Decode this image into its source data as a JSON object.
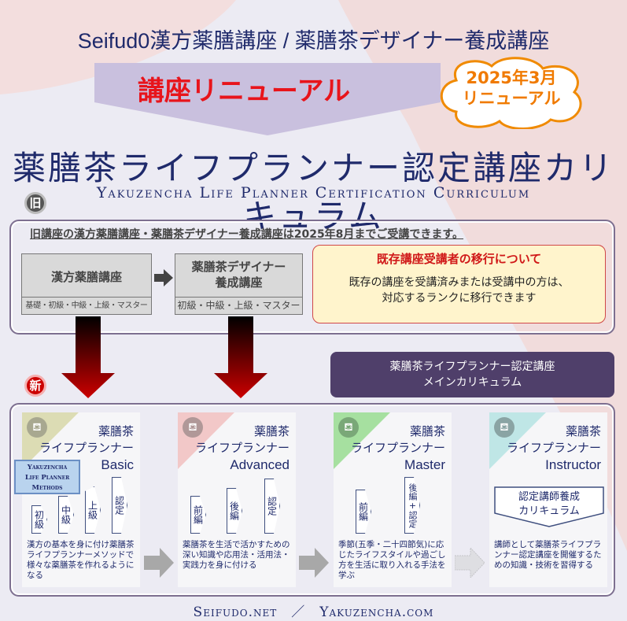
{
  "header": {
    "title": "Seifud0漢方薬膳講座 / 薬膳茶デザイナー養成講座",
    "banner": "講座リニューアル",
    "cloud_line1": "2025年3月",
    "cloud_line2": "リニューアル",
    "main_title": "薬膳茶ライフプランナー認定講座カリキュラム",
    "subtitle": "Yakuzencha Life Planner Certification Curriculum"
  },
  "old": {
    "badge": "旧",
    "note": "旧講座の漢方薬膳講座・薬膳茶デザイナー養成講座は2025年8月までご受講できます。",
    "course1": {
      "name": "漢方薬膳講座",
      "levels": "基礎・初級・中級・上級・マスター"
    },
    "course2": {
      "name1": "薬膳茶デザイナー",
      "name2": "養成講座",
      "levels": "初級・中級・上級・マスター"
    },
    "transfer": {
      "title": "既存講座受講者の移行について",
      "line1": "既存の講座を受講済みまたは受講中の方は、",
      "line2": "対応するランクに移行できます"
    }
  },
  "new": {
    "badge": "新",
    "main_line1": "薬膳茶ライフプランナー認定講座",
    "main_line2": "メインカリキュラム",
    "methods_badge": {
      "l1": "Yakuzencha",
      "l2": "Life Planner",
      "l3": "Methods"
    },
    "cards": [
      {
        "t1": "薬膳茶",
        "t2": "ライフプランナー",
        "level": "Basic",
        "color": "#dcdcb4",
        "steps": [
          "初級",
          "中級",
          "上級",
          "認定"
        ],
        "desc": "漢方の基本を身に付け薬膳茶ライフプランナーメソッドで様々な薬膳茶を作れるようになる"
      },
      {
        "t1": "薬膳茶",
        "t2": "ライフプランナー",
        "level": "Advanced",
        "color": "#f2c8c8",
        "steps": [
          "前編",
          "後編",
          "認定"
        ],
        "desc": "薬膳茶を生活で活かすための深い知識や応用法・活用法・実践力を身に付ける"
      },
      {
        "t1": "薬膳茶",
        "t2": "ライフプランナー",
        "level": "Master",
        "color": "#a6e0a0",
        "steps": [
          "前編",
          "後編+認定"
        ],
        "desc": "季節(五季・二十四節気)に応じたライフスタイルや過ごし方を生活に取り入れる手法を学ぶ"
      },
      {
        "t1": "薬膳茶",
        "t2": "ライフプランナー",
        "level": "Instructor",
        "color": "#bfe6e6",
        "curriculum1": "認定講師養成",
        "curriculum2": "カリキュラム",
        "desc": "講師として薬膳茶ライフプランナー認定講座を開催するための知識・技術を習得する"
      }
    ]
  },
  "footer": {
    "left": "Seifudo.net",
    "sep": "／",
    "right": "Yakuzencha.com"
  }
}
